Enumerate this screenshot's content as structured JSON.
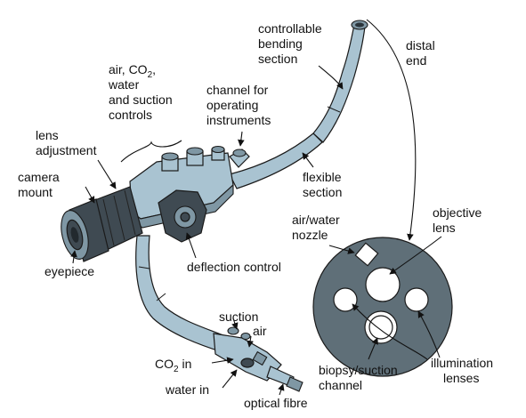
{
  "labels": {
    "controllable_bending": [
      "controllable",
      "bending",
      "section"
    ],
    "distal_end": [
      "distal",
      "end"
    ],
    "controls": [
      "air, CO",
      "2",
      ",",
      "water",
      "and suction",
      "controls"
    ],
    "channel_for_instruments": [
      "channel for",
      "operating",
      "instruments"
    ],
    "lens_adjustment": [
      "lens",
      "adjustment"
    ],
    "camera_mount": [
      "camera",
      "mount"
    ],
    "flexible_section": [
      "flexible",
      "section"
    ],
    "air_water_nozzle": [
      "air/water",
      "nozzle"
    ],
    "objective_lens": [
      "objective",
      "lens"
    ],
    "eyepiece": "eyepiece",
    "deflection_control": "deflection control",
    "suction": "suction",
    "air": "air",
    "co2_in": [
      "CO",
      "2",
      " in"
    ],
    "water_in": "water in",
    "optical_fibre": "optical fibre",
    "biopsy_channel": [
      "biopsy/suction",
      "channel"
    ],
    "illumination_lenses": [
      "illumination",
      "lenses"
    ]
  }
}
